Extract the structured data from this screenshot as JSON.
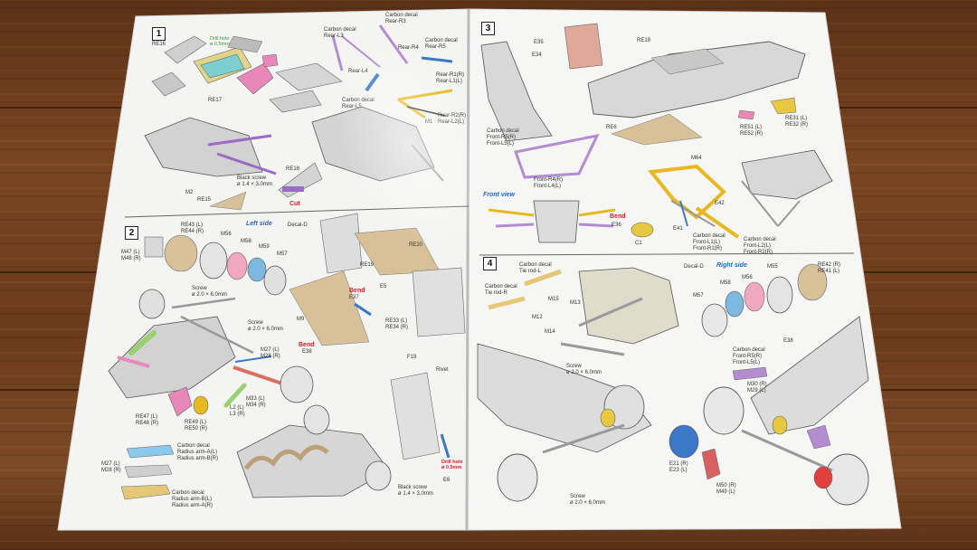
{
  "steps": {
    "s1": "1",
    "s2": "2",
    "s3": "3",
    "s4": "4"
  },
  "page_left": {
    "step1": {
      "carbon_decal_rear_r3": "Carbon decal\nRear-R3",
      "carbon_decal_rear_l3": "Carbon decal\nRear-L3",
      "carbon_decal_rear_r5": "Carbon decal\nRear-R5",
      "rear_r4": "Rear-R4",
      "rear_l4": "Rear-L4",
      "carbon_decal_rear_l5": "Carbon decal\nRear-L5",
      "rear_r1_l1": "Rear-R1(R)\nRear-L1(L)",
      "rear_r2_l2": "Rear-R2(R)\nRear-L2(L)",
      "drill_note": "Drill hole\nø 0.5mm",
      "black_screw": "Black screw\nø 1.4 × 3.0mm",
      "cut": "Cut",
      "re16": "RE16",
      "re15": "RE15",
      "re17": "RE17",
      "re18": "RE18",
      "m2": "M2",
      "m1": "M1"
    },
    "step2": {
      "left_side": "Left side",
      "decal_d": "Decal-D",
      "re43_44": "RE43 (L)\nRE44 (R)",
      "m47_48": "M47 (L)\nM48 (R)",
      "m56": "M56",
      "m58": "M58",
      "m59": "M59",
      "m57": "M57",
      "re19": "RE19",
      "re20": "RE20",
      "screw1": "Screw\nø 2.0 × 6.0mm",
      "screw2": "Screw\nø 2.0 × 6.0mm",
      "bend": "Bend",
      "e37": "E37",
      "e5": "E5",
      "e38": "E38",
      "m9": "M9",
      "re33_34": "RE33 (L)\nRE34 (R)",
      "m27_28": "M27 (L)\nM28 (R)",
      "m33_34": "M33 (L)\nM34 (R)",
      "re47_48": "RE47 (L)\nRE48 (R)",
      "re49_50": "RE49 (L)\nRE50 (R)",
      "l2_l3": "L2 (L)\nL3 (R)",
      "f19": "F19",
      "rivet": "Rivet",
      "e6": "E6",
      "carbon_radius_arm_a": "Carbon decal\nRadius arm-A(L)\nRadius arm-B(R)",
      "m27_28b": "M27 (L)\nM28 (R)",
      "carbon_radius_arm_b": "Carbon decal\nRadius arm-B(L)\nRadius arm-A(R)",
      "drill_hole2": "Drill hole\nø 0.5mm",
      "black_screw2": "Black screw\nø 1.4 × 3.0mm"
    }
  },
  "page_right": {
    "step3": {
      "e35": "E35",
      "e34": "E34",
      "re19": "RE19",
      "re31_32": "RE31 (L)\nRE32 (R)",
      "re51_52": "RE51 (L)\nRE52 (R)",
      "re6": "RE6",
      "carbon_front_r_l": "Carbon decal\nFront-R5(R)\nFront-L5(L)",
      "front_r4_l4": "Front-R4(R)\nFront-L4(L)",
      "front_view": "Front view",
      "bend": "Bend",
      "e36": "E36",
      "c1": "C1",
      "e41": "E41",
      "e42": "E42",
      "m64": "M64",
      "carbon_front_l1_r1": "Carbon decal\nFront-L1(L)\nFront-R1(R)",
      "carbon_front_l2_r2": "Carbon decal\nFront-L2(L)\nFront-R2(R)"
    },
    "step4": {
      "carbon_tie_rod_l": "Carbon decal\nTie rod-L",
      "carbon_tie_rod_r": "Carbon decal\nTie rod-R",
      "m15": "M15",
      "m13": "M13",
      "m12": "M12",
      "m14": "M14",
      "decal_d": "Decal-D",
      "right_side": "Right side",
      "m56": "M56",
      "m58": "M58",
      "m55": "M55",
      "m57": "M57",
      "re42_41": "RE42 (R)\nRE41 (L)",
      "screw": "Screw\nø 2.0 × 6.0mm",
      "carbon_front_r5_l5": "Carbon decal\nFront-R5(R)\nFront-L5(L)",
      "e38": "E38",
      "m30_29": "M30 (R)\nM29 (L)",
      "e21_23": "E21 (R)\nE23 (L)",
      "m50_49": "M50 (R)\nM49 (L)",
      "screw_bottom": "Screw\nø 2.0 × 6.0mm"
    }
  },
  "colors": {
    "paper": "#f4f4f2",
    "part_grey": "#cfcfcf",
    "purple": "#b48cd0",
    "yellow": "#e8b820",
    "pink": "#e070a0",
    "tan": "#d8c098",
    "blue": "#3c78c8",
    "red_note": "#d0202a"
  }
}
